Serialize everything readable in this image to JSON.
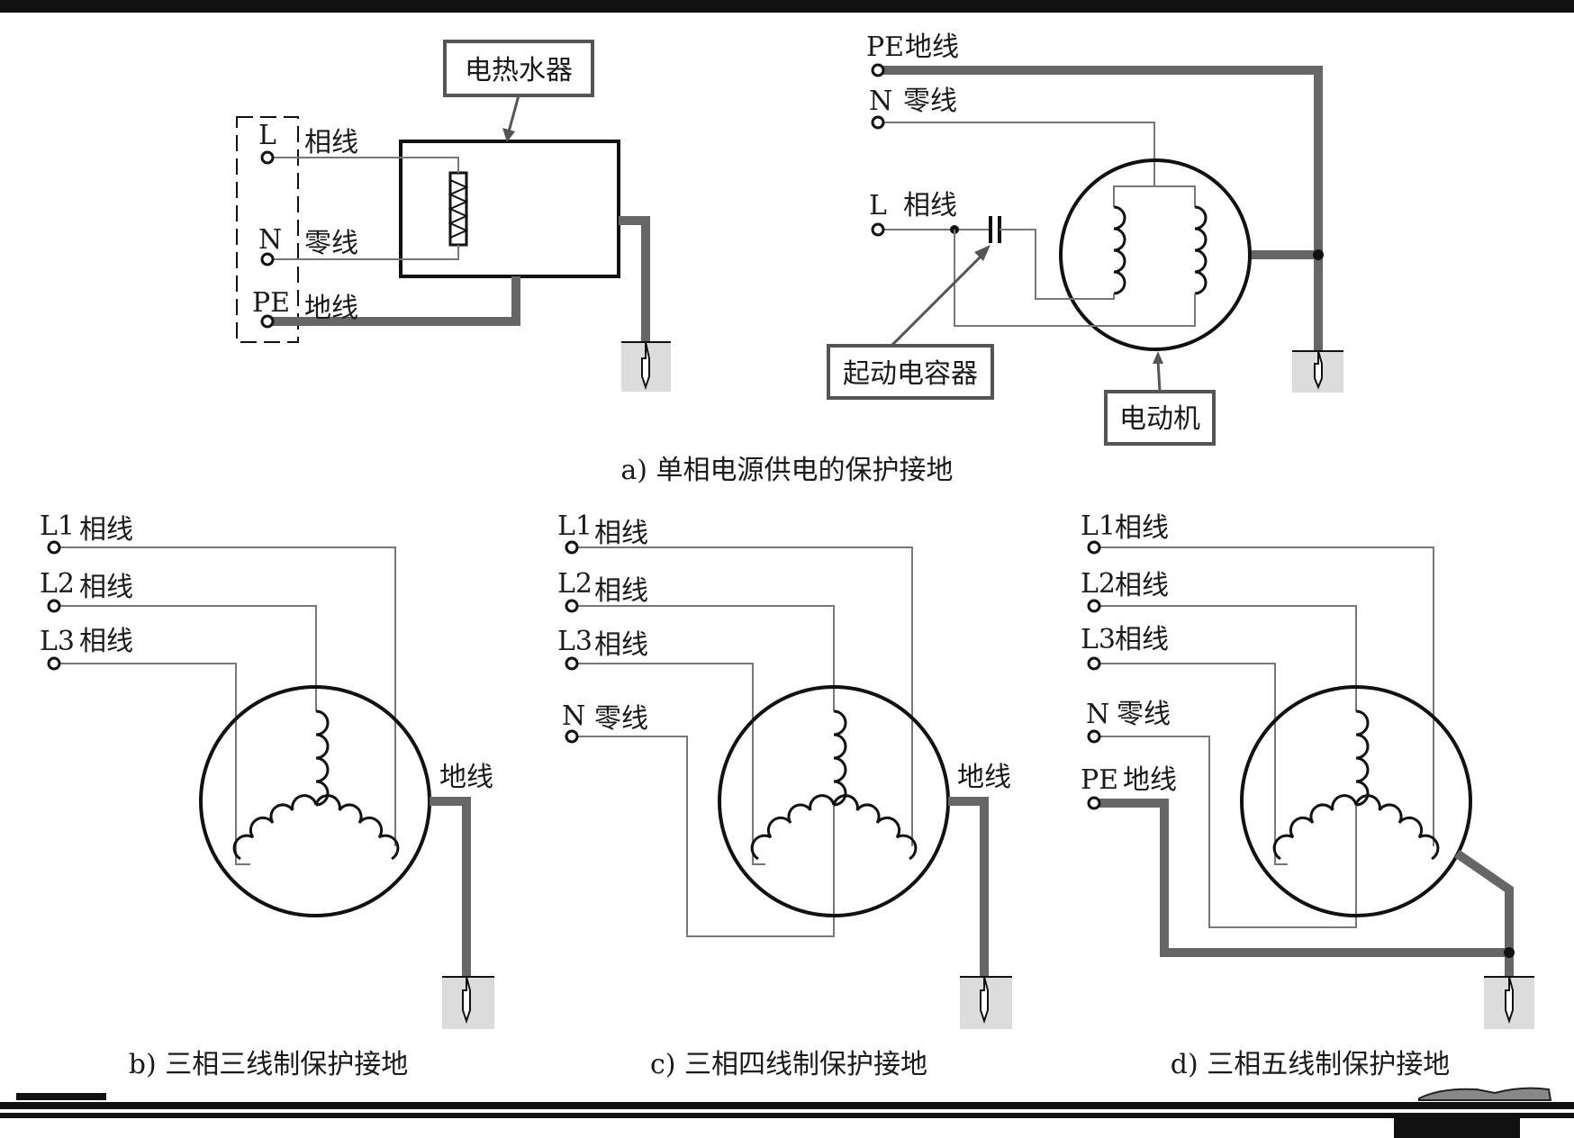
{
  "panel_a": {
    "heater": {
      "title": "电热水器",
      "l_label": "L",
      "l_name": "相线",
      "n_label": "N",
      "n_name": "零线",
      "pe_label": "PE",
      "pe_name": "地线"
    },
    "motor": {
      "pe_label": "PE",
      "pe_name": "地线",
      "n_label": "N",
      "n_name": "零线",
      "l_label": "L",
      "l_name": "相线",
      "capacitor_label": "起动电容器",
      "motor_label": "电动机"
    },
    "caption": "a) 单相电源供电的保护接地"
  },
  "panel_b": {
    "l1": "L1",
    "l1_name": "相线",
    "l2": "L2",
    "l2_name": "相线",
    "l3": "L3",
    "l3_name": "相线",
    "ground": "地线",
    "caption": "b) 三相三线制保护接地"
  },
  "panel_c": {
    "l1": "L1",
    "l1_name": "相线",
    "l2": "L2",
    "l2_name": "相线",
    "l3": "L3",
    "l3_name": "相线",
    "n": "N",
    "n_name": "零线",
    "ground": "地线",
    "caption": "c) 三相四线制保护接地"
  },
  "panel_d": {
    "l1": "L1",
    "l1_name": "相线",
    "l2": "L2",
    "l2_name": "相线",
    "l3": "L3",
    "l3_name": "相线",
    "n": "N",
    "n_name": "零线",
    "pe": "PE",
    "pe_name": "地线",
    "caption": "d) 三相五线制保护接地"
  }
}
